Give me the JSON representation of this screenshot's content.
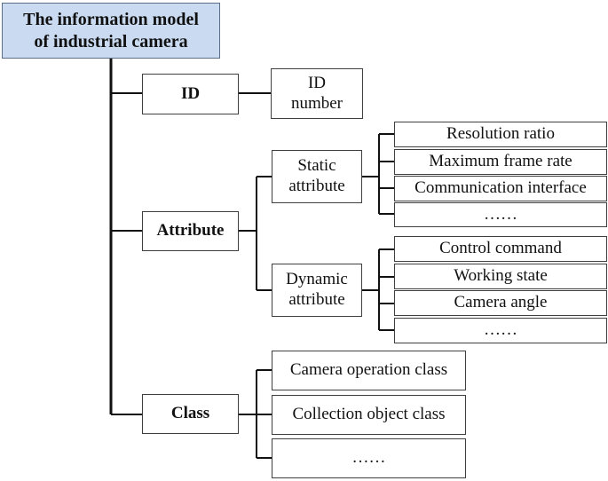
{
  "root": {
    "label": "The information model\nof industrial camera"
  },
  "id_branch": {
    "label": "ID",
    "child": "ID\nnumber"
  },
  "attribute_branch": {
    "label": "Attribute",
    "static": {
      "label": "Static\nattribute",
      "items": [
        "Resolution ratio",
        "Maximum frame rate",
        "Communication interface",
        "……"
      ]
    },
    "dynamic": {
      "label": "Dynamic\nattribute",
      "items": [
        "Control command",
        "Working state",
        "Camera angle",
        "……"
      ]
    }
  },
  "class_branch": {
    "label": "Class",
    "items": [
      "Camera operation class",
      "Collection object class",
      "……"
    ]
  },
  "colors": {
    "root_fill": "#c9daf1",
    "line": "#111111",
    "box_border": "#3f3f3f"
  }
}
